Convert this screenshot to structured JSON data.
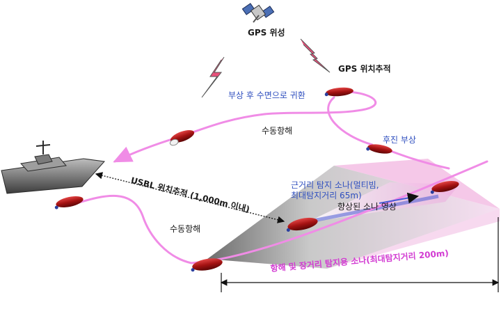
{
  "labels": {
    "gps_satellite": "GPS 위성",
    "gps_tracking": "GPS 위치추적",
    "surface_return": "부상 후 수면으로 귀환",
    "dead_reckoning_top": "수동항해",
    "reverse_ascent": "후진 부상",
    "usbl_tracking": "USBL 위치추적 (1,000m 이내)",
    "short_range_sonar_line1": "근거리 탐지 소나(멀티빔,",
    "short_range_sonar_line2": "최대탐지거리 65m)",
    "enhanced_sonar_image": "향상된 소나 영상",
    "dead_reckoning_bottom": "수동항해",
    "long_range_sonar": "항해 및 장거리 탐지용 소나(최대탐지거리 200m)"
  },
  "colors": {
    "path": "#f08ce6",
    "auv_body": "#b01818",
    "text_blue": "#2f4fbf",
    "text_magenta": "#d23bd2",
    "sonar_fan_light": "#f9d6ee",
    "sonar_fan_dark": "#7a7a7a"
  }
}
